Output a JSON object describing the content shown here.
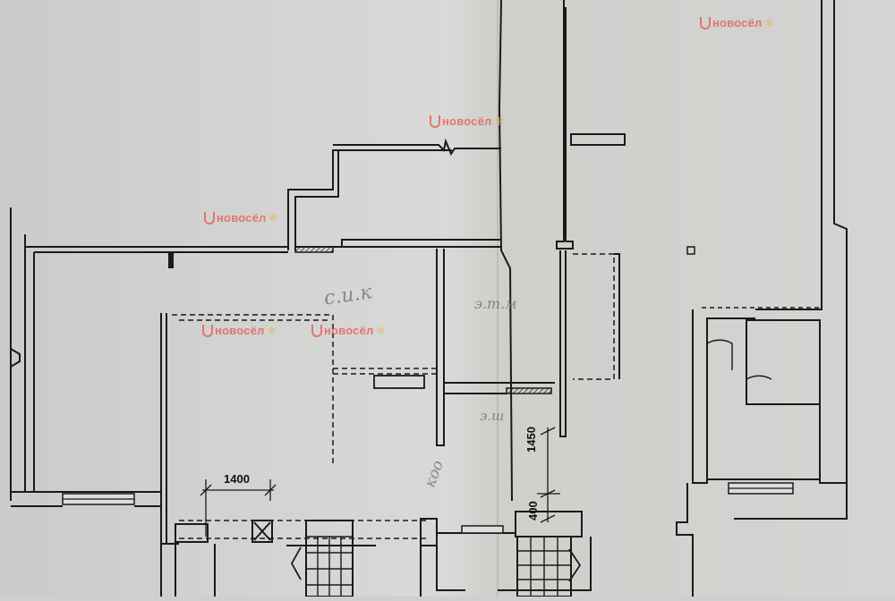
{
  "watermarks": [
    {
      "text": "новосёл"
    },
    {
      "text": "новосёл"
    },
    {
      "text": "новосёл"
    },
    {
      "text": "новосёл"
    },
    {
      "text": "новосёл"
    }
  ],
  "dimensions": {
    "d1400": "1400",
    "d1450": "1450",
    "d400": "400"
  },
  "handwritten": {
    "h1": "с.и.к",
    "h2": "э.т.м",
    "h3": "коо",
    "h4": "э.ш"
  },
  "colors": {
    "paper": "#d6d6d3",
    "ink": "#1a1a1a",
    "watermark": "#e8564f",
    "hatch": "#333333"
  }
}
